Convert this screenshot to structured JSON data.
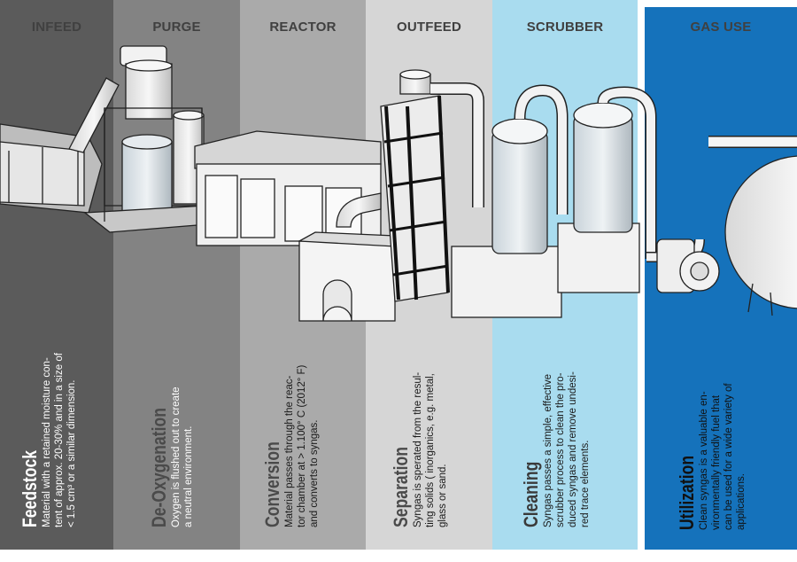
{
  "stages": [
    {
      "header": "INFEED",
      "title": "Feedstock",
      "description": "Material with a retained moisture con-\ntent of approx. 20-30% and in a size of\n< 1.5 cm³ or a similar dimension.",
      "bg_color": "#5b5b5b",
      "header_color": "#404040",
      "title_color": "#ffffff",
      "text_color": "#ffffff"
    },
    {
      "header": "PURGE",
      "title": "De-Oxygenation",
      "description": "Oxygen is flushed out to create\na neutral environment.",
      "bg_color": "#838383",
      "header_color": "#404040",
      "title_color": "#4a4a4a",
      "text_color": "#ffffff"
    },
    {
      "header": "REACTOR",
      "title": "Conversion",
      "description": "Material  passes  through  the  reac-\ntor chamber at > 1.100°  C (2012° F)\nand converts to syngas.",
      "bg_color": "#aaaaaa",
      "header_color": "#404040",
      "title_color": "#4a4a4a",
      "text_color": "#1a1a1a"
    },
    {
      "header": "OUTFEED",
      "title": "Separation",
      "description": "Syngas is sperated from the resul-\nting solids ( inorganics, e.g. metal,\nglass or sand.",
      "bg_color": "#d6d6d6",
      "header_color": "#404040",
      "title_color": "#4a4a4a",
      "text_color": "#1a1a1a"
    },
    {
      "header": "SCRUBBER",
      "title": "Cleaning",
      "description": "Syngas  passes  a  simple,  effective\nscrubber process to clean the pro-\nduced syngas and remove undesi-\nred trace elements.",
      "bg_color": "#a9dcef",
      "header_color": "#404040",
      "title_color": "#3a3a3a",
      "text_color": "#1a1a1a"
    },
    {
      "header": "GAS USE",
      "title": "Utilization",
      "description": "Clean  syngas  is  a  valuable  en-\nvironmentally friendly fuel that\ncan be used for a wide variety of\napplications.",
      "bg_color": "#1572bb",
      "header_color": "#404040",
      "title_color": "#111111",
      "text_color": "#111111"
    }
  ]
}
